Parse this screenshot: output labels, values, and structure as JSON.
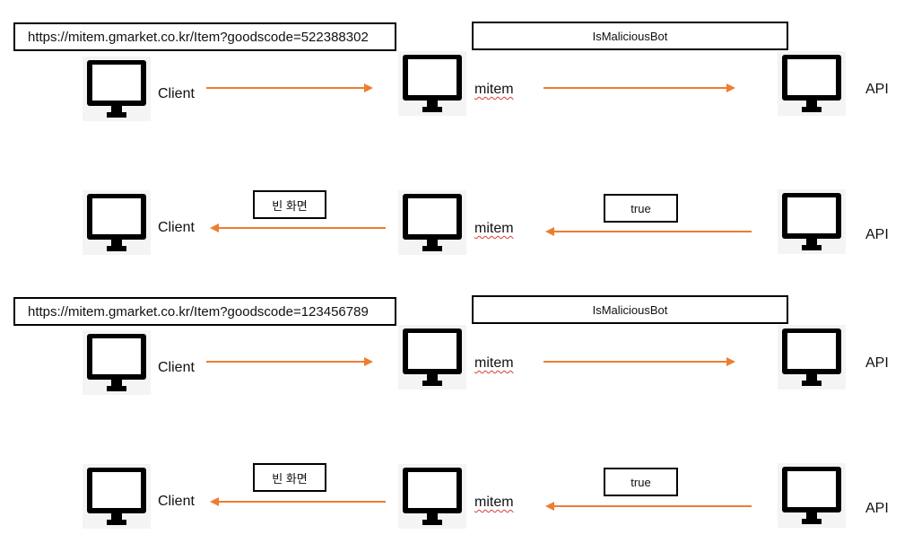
{
  "colors": {
    "arrow": "#ED7D31",
    "monitor": "#000000",
    "box_border": "#000000"
  },
  "rows": [
    {
      "url": "https://mitem.gmarket.co.kr/Item?goodscode=522388302",
      "check": "IsMaliciousBot",
      "client": "Client",
      "server": "mitem",
      "api": "API"
    },
    {
      "result": "빈 화면",
      "response": "true",
      "client": "Client",
      "server": "mitem",
      "api": "API"
    },
    {
      "url": "https://mitem.gmarket.co.kr/Item?goodscode=123456789",
      "check": "IsMaliciousBot",
      "client": "Client",
      "server": "mitem",
      "api": "API"
    },
    {
      "result": "빈 화면",
      "response": "true",
      "client": "Client",
      "server": "mitem",
      "api": "API"
    }
  ]
}
